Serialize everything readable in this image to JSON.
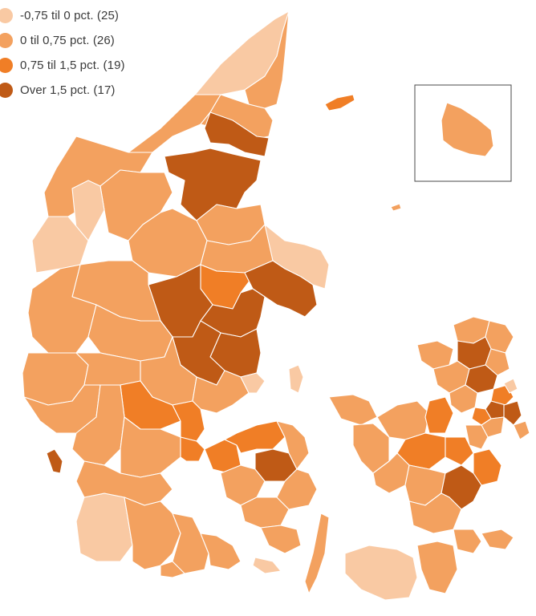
{
  "legend": {
    "items": [
      {
        "label": "-0,75 til 0 pct. (25)",
        "color": "#f9c9a3",
        "count": 25
      },
      {
        "label": "0 til 0,75 pct. (26)",
        "color": "#f3a15f",
        "count": 26
      },
      {
        "label": "0,75 til 1,5 pct. (19)",
        "color": "#f07e26",
        "count": 19
      },
      {
        "label": "Over 1,5 pct. (17)",
        "color": "#bf5a16",
        "count": 17
      }
    ]
  },
  "map": {
    "region": "Denmark",
    "unit": "municipalities",
    "inset": "Bornholm",
    "colors": {
      "class1": "#f9c9a3",
      "class2": "#f3a15f",
      "class3": "#f07e26",
      "class4": "#bf5a16",
      "border": "#ffffff",
      "water": "#ffffff"
    }
  }
}
